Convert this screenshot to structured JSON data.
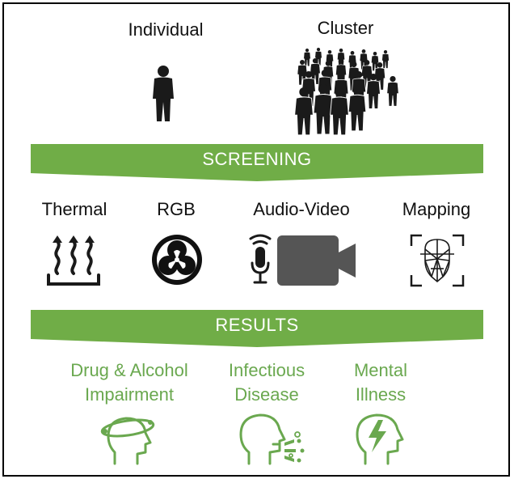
{
  "top": {
    "individual_label": "Individual",
    "cluster_label": "Cluster"
  },
  "screening": {
    "label": "SCREENING"
  },
  "methods": [
    {
      "label": "Thermal",
      "icon": "heat-waves-icon"
    },
    {
      "label": "RGB",
      "icon": "rgb-aperture-icon"
    },
    {
      "label": "Audio-Video",
      "icon": "microphone-camera-icon"
    },
    {
      "label": "Mapping",
      "icon": "face-mapping-icon"
    }
  ],
  "results": {
    "label": "RESULTS"
  },
  "outcomes": [
    {
      "line1": "Drug & Alcohol",
      "line2": "Impairment",
      "icon": "head-orbit-icon"
    },
    {
      "line1": "Infectious",
      "line2": "Disease",
      "icon": "cough-head-icon"
    },
    {
      "line1": "Mental",
      "line2": "Illness",
      "icon": "head-lightning-icon"
    }
  ],
  "colors": {
    "band_green": "#70ad47",
    "text_green": "#6aa84f",
    "icon_dark": "#1a1a1a",
    "camera_gray": "#555555"
  }
}
